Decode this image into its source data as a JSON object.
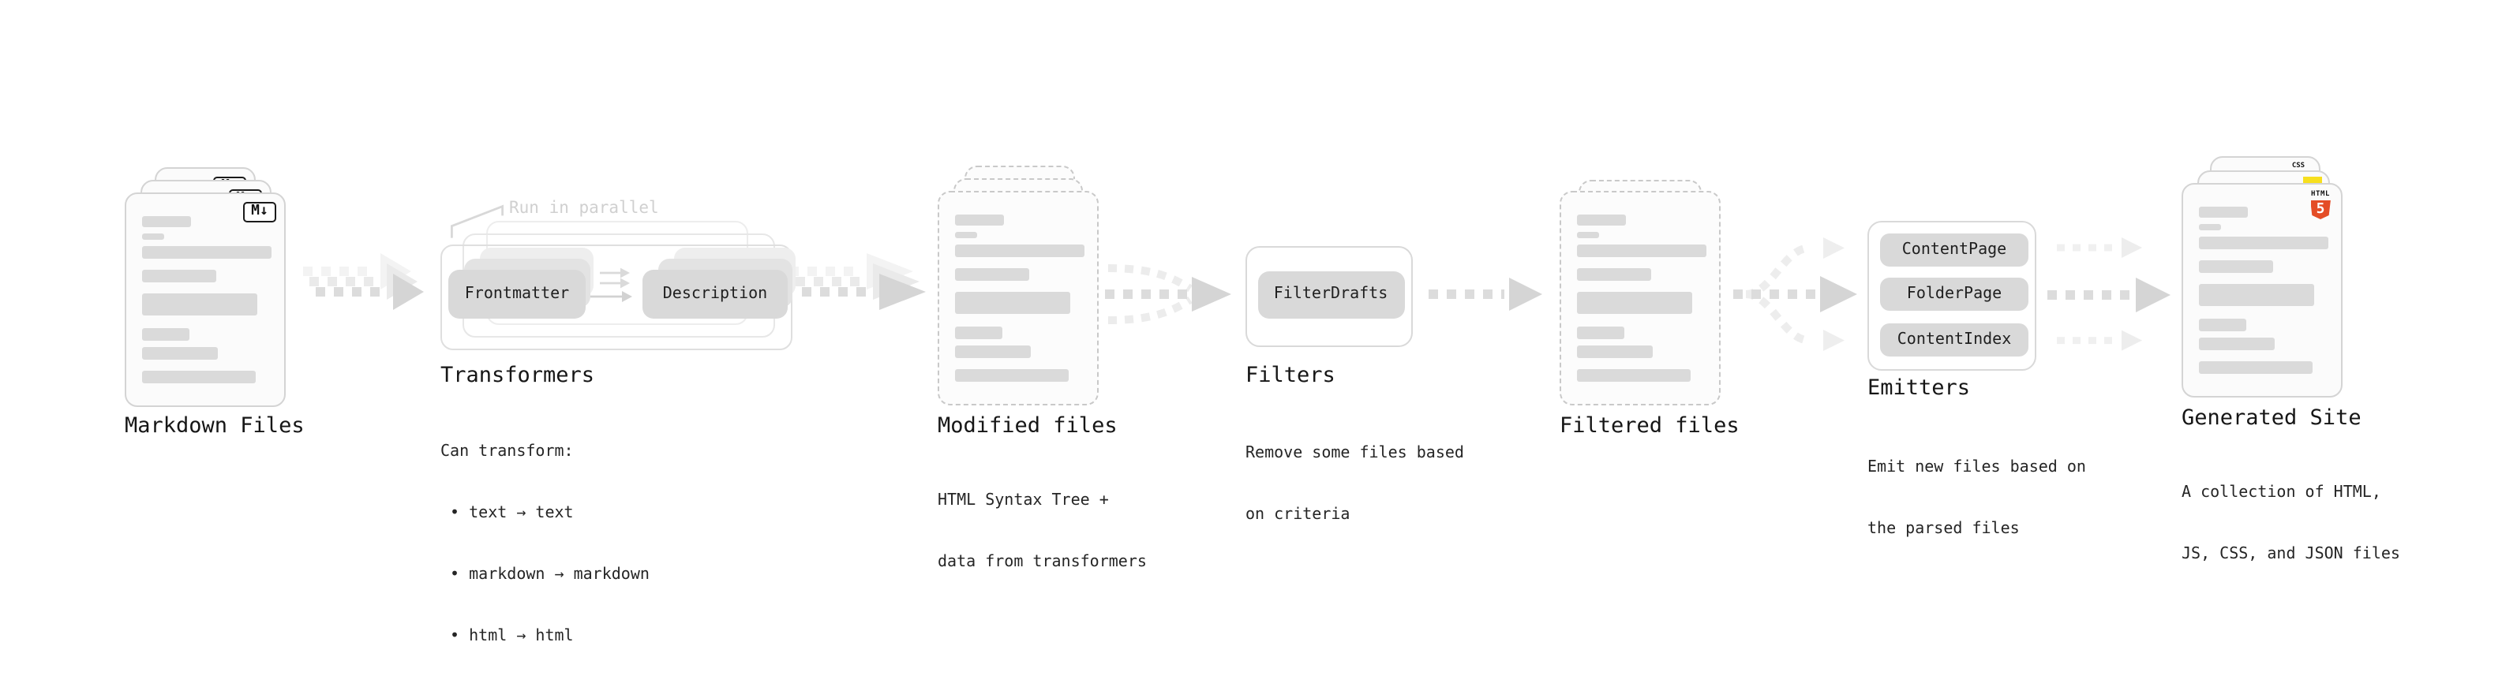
{
  "pipeline": {
    "markdown": {
      "caption": "Markdown Files",
      "badge": "M↓"
    },
    "transformers": {
      "caption": "Transformers",
      "annotation": "Run in parallel",
      "input_label": "Frontmatter",
      "output_label": "Description",
      "notes": [
        "Can transform:",
        " • text → text",
        " • markdown → markdown",
        " • html → html"
      ]
    },
    "modified": {
      "caption": "Modified files",
      "notes": [
        "HTML Syntax Tree +",
        "data from transformers"
      ]
    },
    "filters": {
      "caption": "Filters",
      "button": "FilterDrafts",
      "notes": [
        "Remove some files based",
        "on criteria"
      ]
    },
    "filtered": {
      "caption": "Filtered files"
    },
    "emitters": {
      "caption": "Emitters",
      "buttons": [
        "ContentPage",
        "FolderPage",
        "ContentIndex"
      ],
      "notes": [
        "Emit new files based on",
        "the parsed files"
      ]
    },
    "generated": {
      "caption": "Generated Site",
      "notes": [
        "A collection of HTML,",
        "JS, CSS, and JSON files"
      ],
      "badges": {
        "css": "CSS",
        "html": "HTML",
        "html5": "5"
      }
    }
  },
  "colors": {
    "caption_text": "#161616",
    "note_text": "#252525",
    "annotation_muted": "#d0d0d0",
    "card_border": "#d4d4d4",
    "dashed_border": "#c9c9c9",
    "skeleton_bar": "#dadada",
    "pill_fill": "#d9d9d9",
    "arrow_main": "#dcdcdc",
    "arrow_head": "#d5d5d5",
    "arrow_ghost": "#ededed",
    "badge_js_yellow": "#f7df1e",
    "badge_css_blue": "#2965f1",
    "badge_html_orange": "#e44d26"
  }
}
